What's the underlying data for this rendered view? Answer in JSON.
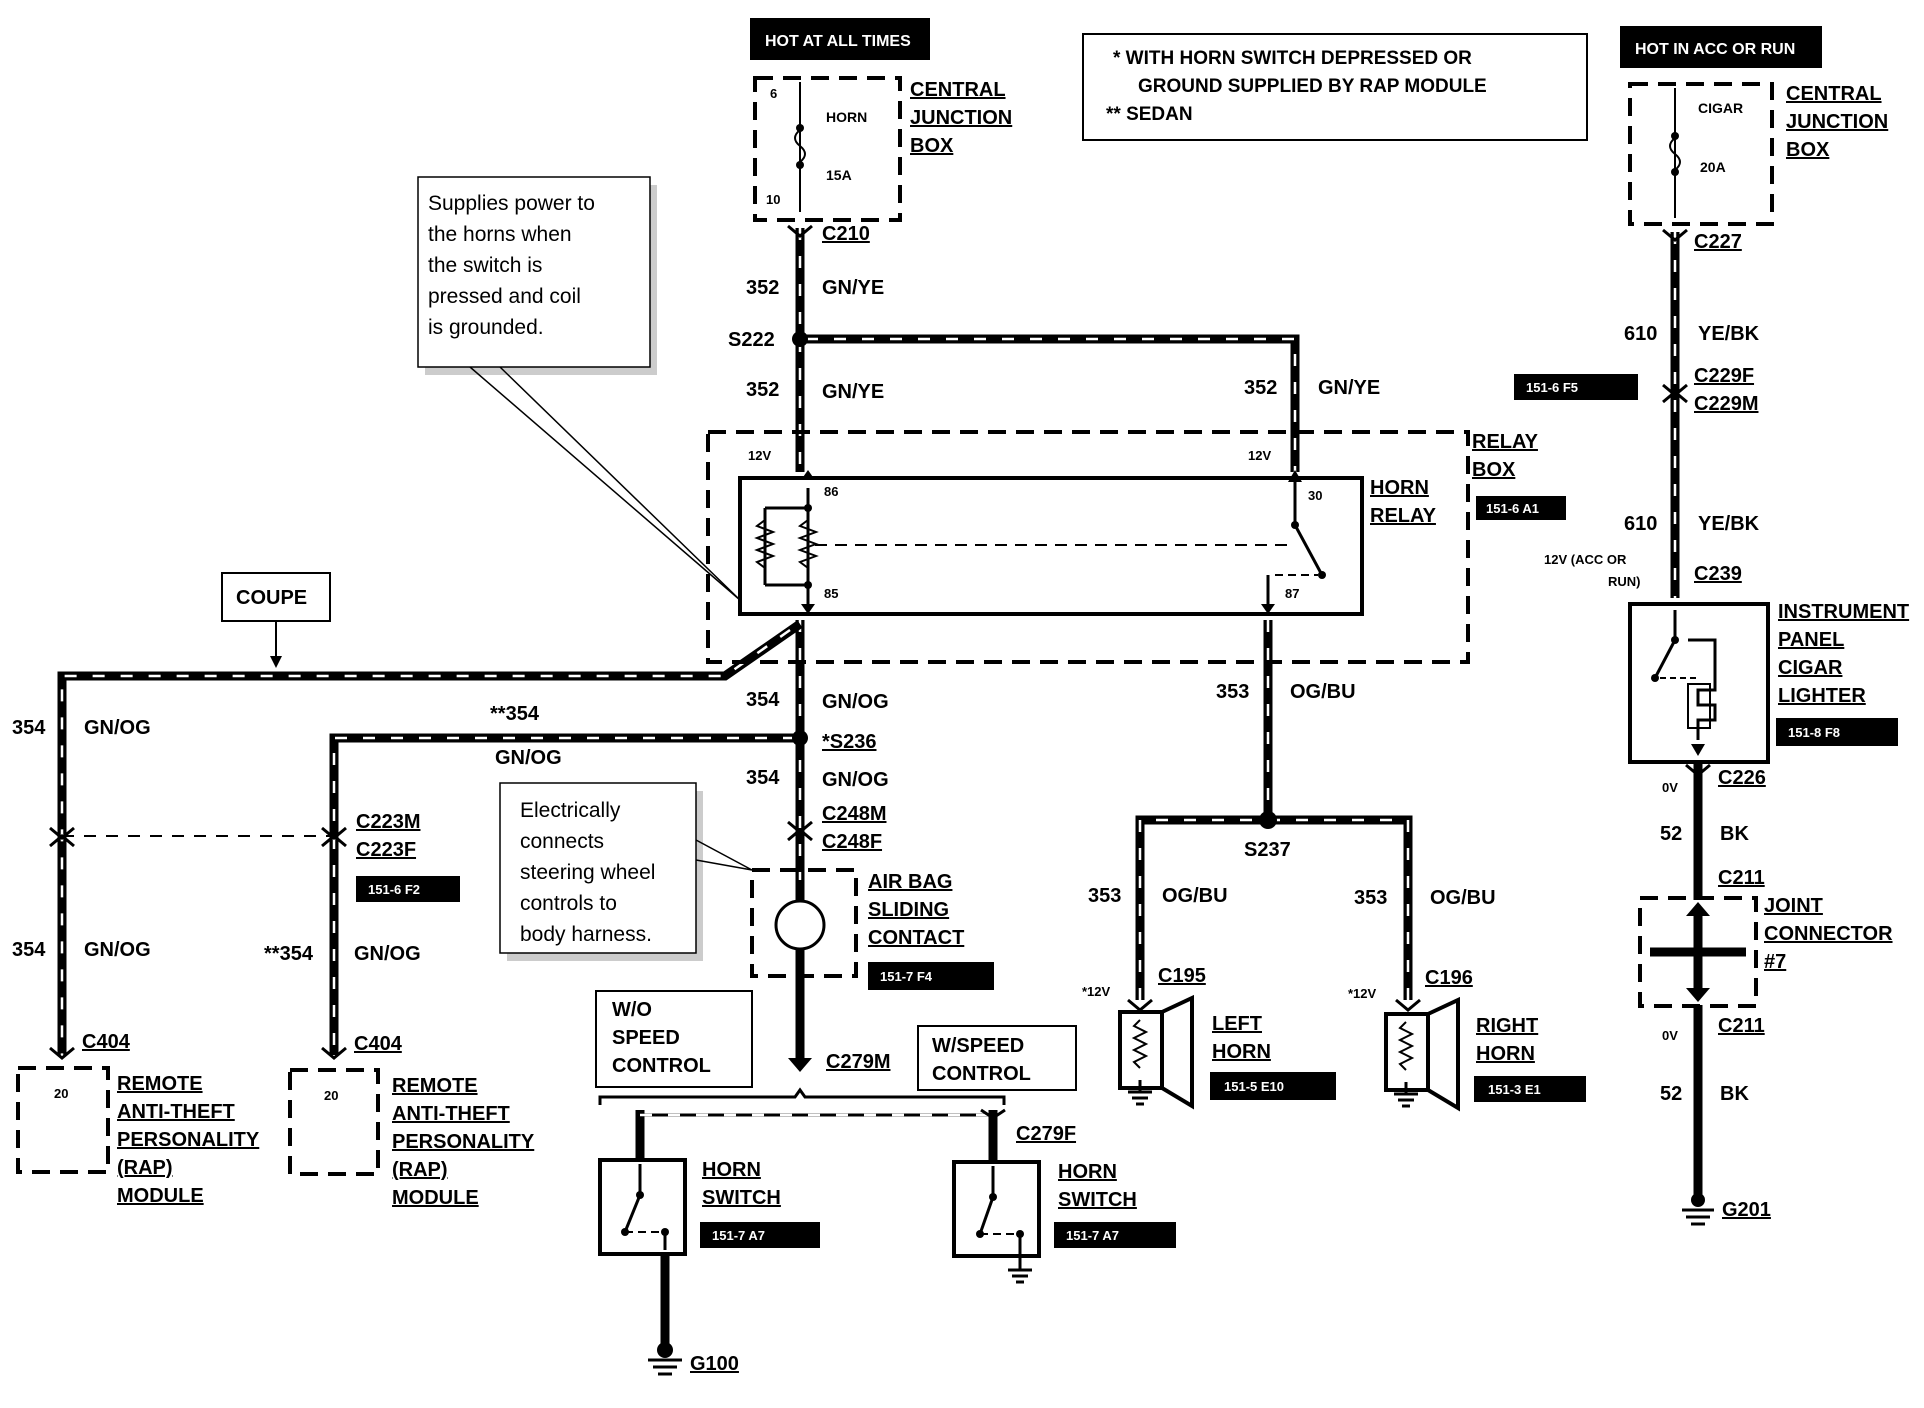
{
  "top": {
    "hot_at_all_times": "HOT AT ALL TIMES",
    "hot_in_acc_or_run": "HOT IN ACC OR RUN"
  },
  "legend": {
    "line1": "*  WITH HORN SWITCH DEPRESSED OR",
    "line2": "GROUND SUPPLIED BY RAP MODULE",
    "line3": "**  SEDAN"
  },
  "cjb_left": {
    "pin_top": "6",
    "pin_bottom": "10",
    "fuse_name": "HORN",
    "fuse_rating": "15A",
    "title": [
      "CENTRAL",
      "JUNCTION",
      "BOX"
    ]
  },
  "cjb_right": {
    "fuse_name": "CIGAR",
    "fuse_rating": "20A",
    "title": [
      "CENTRAL",
      "JUNCTION",
      "BOX"
    ]
  },
  "callouts": {
    "power": [
      "Supplies power to",
      "the horns when",
      "the switch is",
      "pressed and coil",
      "is grounded."
    ],
    "steering": [
      "Electrically",
      "connects",
      "steering wheel",
      "controls to",
      "body harness."
    ],
    "coupe": "COUPE",
    "wo_speed": [
      "W/O",
      "SPEED",
      "CONTROL"
    ],
    "w_speed": [
      "W/SPEED",
      "CONTROL"
    ]
  },
  "connectors": {
    "c210": "C210",
    "s222": "S222",
    "c227": "C227",
    "c229f": "C229F",
    "c229m": "C229M",
    "c239": "C239",
    "s236": "*S236",
    "c248m": "C248M",
    "c248f": "C248F",
    "c223m": "C223M",
    "c223f": "C223F",
    "c404a": "C404",
    "c404b": "C404",
    "c279m": "C279M",
    "c279f": "C279F",
    "s237": "S237",
    "c195": "C195",
    "c196": "C196",
    "c226": "C226",
    "c211a": "C211",
    "c211b": "C211",
    "g100": "G100",
    "g201": "G201"
  },
  "wires": {
    "w352a": "352",
    "w352a_color": "GN/YE",
    "w352b": "352",
    "w352b_color": "GN/YE",
    "w352c": "352",
    "w352c_color": "GN/YE",
    "w354_relay": "354",
    "w354_relay_color": "GN/OG",
    "w354_s236": "354",
    "w354_s236_color": "GN/OG",
    "w354_sedan": "**354",
    "w354_sedan_color": "GN/OG",
    "w354_left_top": "354",
    "w354_left_top_color": "GN/OG",
    "w354_left_bot": "354",
    "w354_left_bot_color": "GN/OG",
    "w354_mid_bot": "**354",
    "w354_mid_bot_color": "GN/OG",
    "w353_main": "353",
    "w353_main_color": "OG/BU",
    "w353_left": "353",
    "w353_left_color": "OG/BU",
    "w353_right": "353",
    "w353_right_color": "OG/BU",
    "w610a": "610",
    "w610a_color": "YE/BK",
    "w610b": "610",
    "w610b_color": "YE/BK",
    "w52a": "52",
    "w52a_color": "BK",
    "w52b": "52",
    "w52b_color": "BK"
  },
  "relay": {
    "box_title": [
      "RELAY",
      "BOX"
    ],
    "title": [
      "HORN",
      "RELAY"
    ],
    "pin86": "86",
    "pin85": "85",
    "pin30": "30",
    "pin87": "87",
    "v12_left": "12V",
    "v12_right": "12V",
    "ref": "151-6 A1"
  },
  "components": {
    "airbag": [
      "AIR BAG",
      "SLIDING",
      "CONTACT"
    ],
    "airbag_ref": "151-7 F4",
    "rap1": [
      "REMOTE",
      "ANTI-THEFT",
      "PERSONALITY",
      "(RAP)",
      "MODULE"
    ],
    "rap1_pin": "20",
    "rap2": [
      "REMOTE",
      "ANTI-THEFT",
      "PERSONALITY",
      "(RAP)",
      "MODULE"
    ],
    "rap2_pin": "20",
    "c223_ref": "151-6 F2",
    "horn_switch1": [
      "HORN",
      "SWITCH"
    ],
    "horn_switch1_ref": "151-7 A7",
    "horn_switch2": [
      "HORN",
      "SWITCH"
    ],
    "horn_switch2_ref": "151-7 A7",
    "left_horn": [
      "LEFT",
      "HORN"
    ],
    "left_horn_ref": "151-5 E10",
    "left_horn_v": "*12V",
    "right_horn": [
      "RIGHT",
      "HORN"
    ],
    "right_horn_ref": "151-3 E1",
    "right_horn_v": "*12V",
    "lighter": [
      "INSTRUMENT",
      "PANEL",
      "CIGAR",
      "LIGHTER"
    ],
    "lighter_ref": "151-8 F8",
    "lighter_v": [
      "12V (ACC OR",
      "RUN)"
    ],
    "c229_ref": "151-6 F5",
    "joint": [
      "JOINT",
      "CONNECTOR",
      "#7"
    ],
    "v0a": "0V",
    "v0b": "0V"
  }
}
